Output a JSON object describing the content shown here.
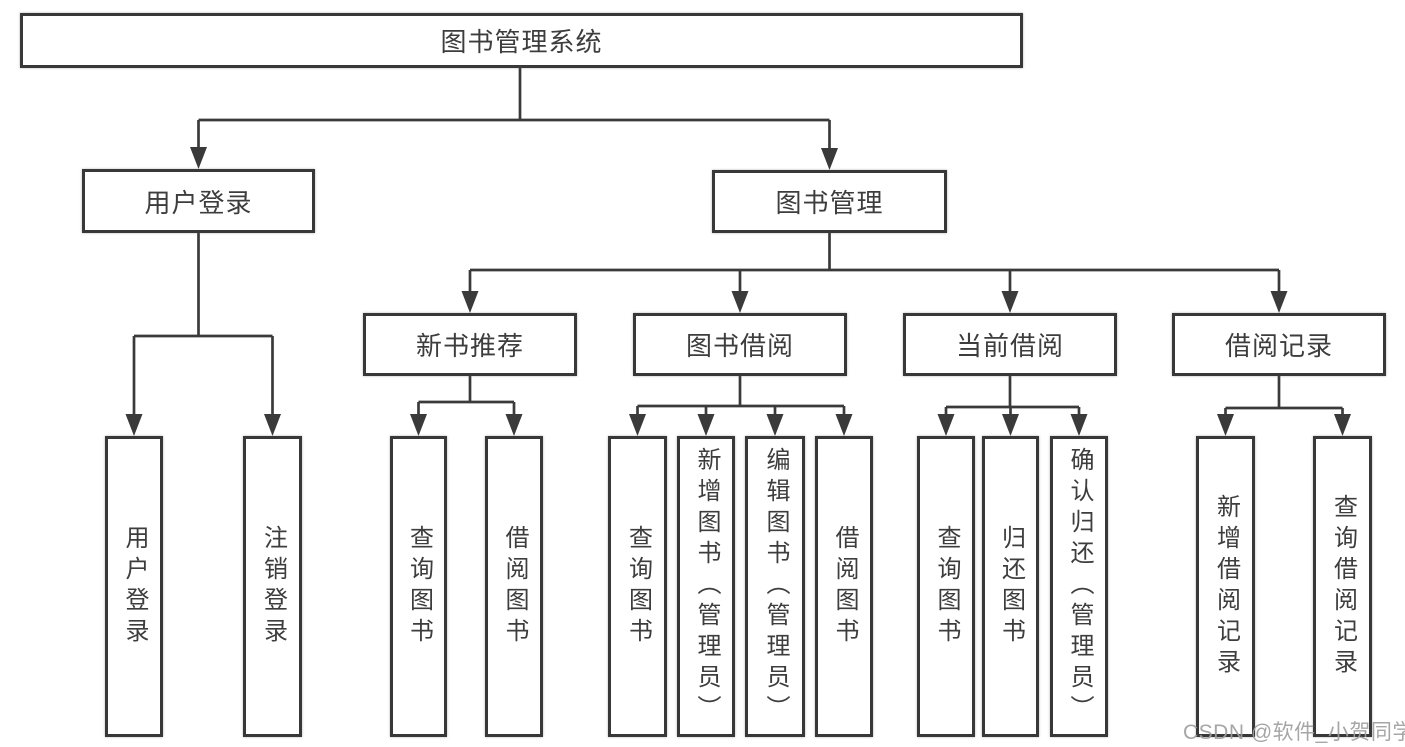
{
  "tree": {
    "label": "图书管理系统",
    "children": [
      {
        "label": "用户登录",
        "children": [
          {
            "label": "用户登录"
          },
          {
            "label": "注销登录"
          }
        ]
      },
      {
        "label": "图书管理",
        "children": [
          {
            "label": "新书推荐",
            "children": [
              {
                "label": "查询图书"
              },
              {
                "label": "借阅图书"
              }
            ]
          },
          {
            "label": "图书借阅",
            "children": [
              {
                "label": "查询图书"
              },
              {
                "label": "新增图书（管理员）"
              },
              {
                "label": "编辑图书（管理员）"
              },
              {
                "label": "借阅图书"
              }
            ]
          },
          {
            "label": "当前借阅",
            "children": [
              {
                "label": "查询图书"
              },
              {
                "label": "归还图书"
              },
              {
                "label": "确认归还（管理员）"
              }
            ]
          },
          {
            "label": "借阅记录",
            "children": [
              {
                "label": "新增借阅记录"
              },
              {
                "label": "查询借阅记录"
              }
            ]
          }
        ]
      }
    ]
  },
  "watermark": {
    "text": "CSDN @软件_小贺同学"
  },
  "colors": {
    "line": "#3a3a3a",
    "box_border": "#383838",
    "text": "#3d3d3d",
    "watermark": "#9e9e9e",
    "background": "#ffffff"
  }
}
